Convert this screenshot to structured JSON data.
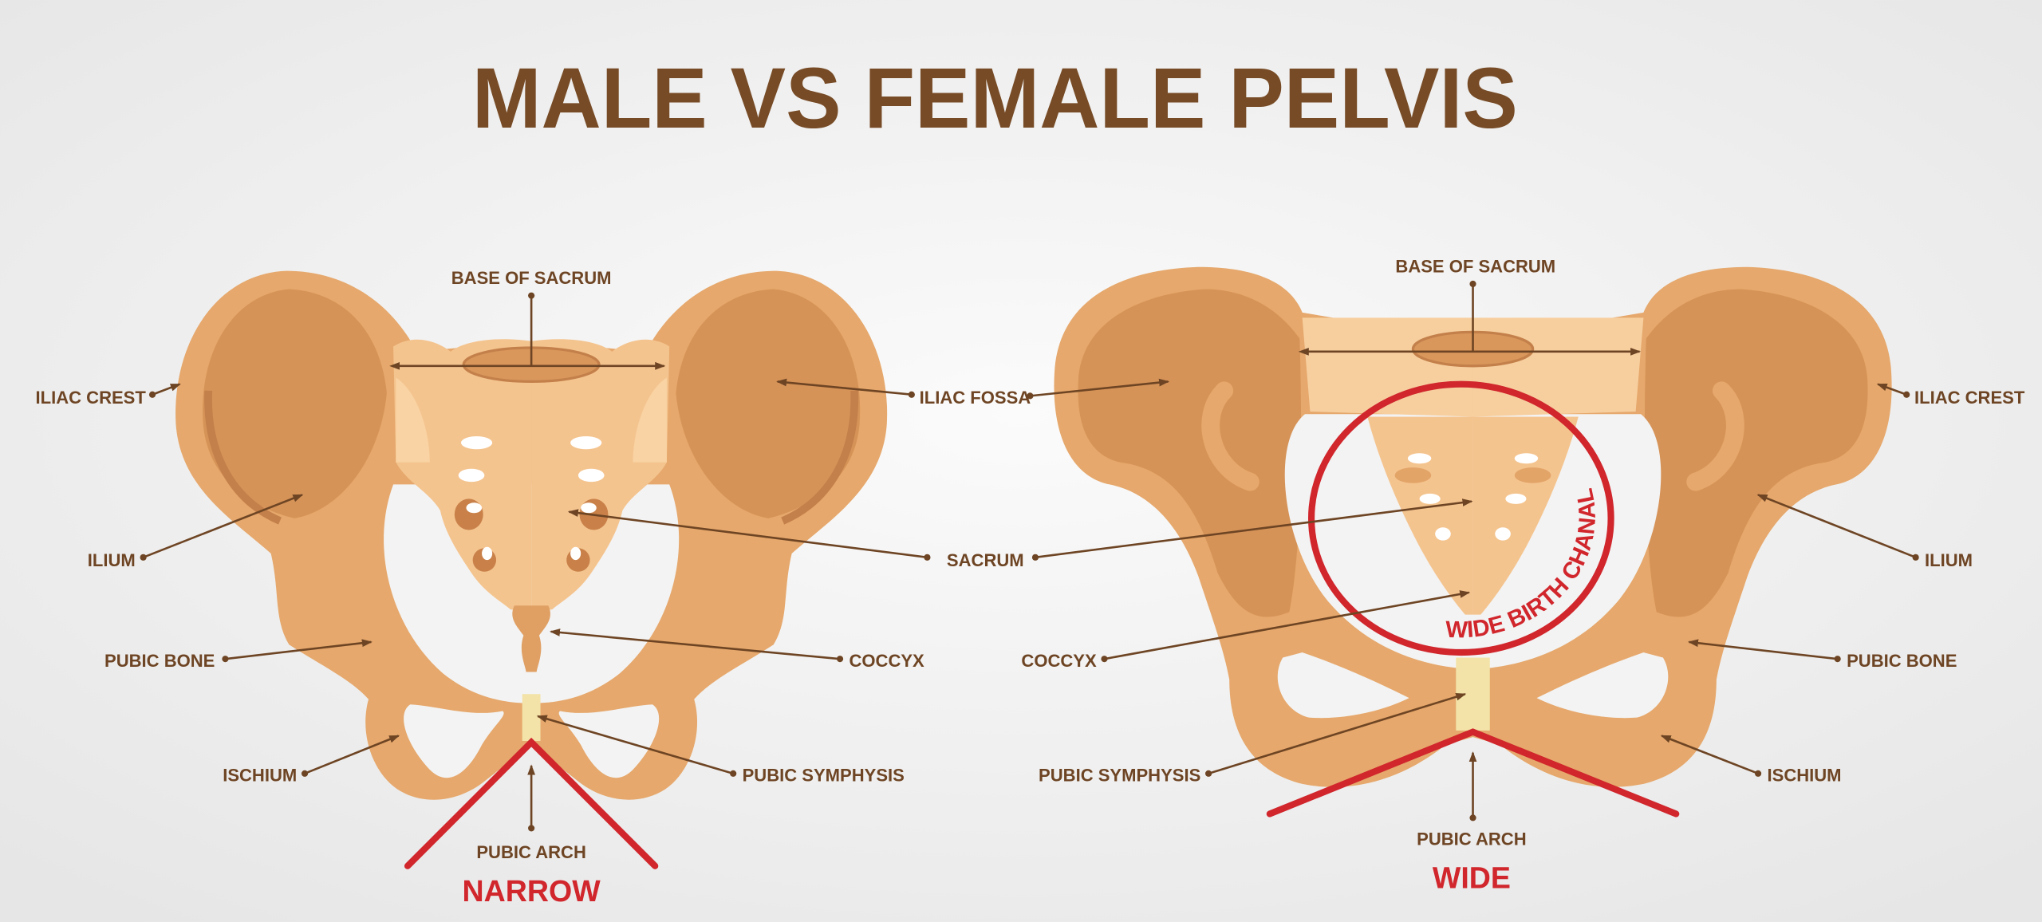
{
  "title": "MALE VS FEMALE PELVIS",
  "colors": {
    "text": "#6e4524",
    "accent_red": "#d0262c",
    "bone": "#e6a86c",
    "bone_dark": "#d69358",
    "sacrum": "#f4c48f",
    "symphysis": "#f3e3a8"
  },
  "male": {
    "base_of_sacrum": "BASE OF SACRUM",
    "iliac_crest": "ILIAC CREST",
    "ilium": "ILIUM",
    "pubic_bone": "PUBIC BONE",
    "ischium": "ISCHIUM",
    "pubic_arch": "PUBIC ARCH",
    "arch_type": "NARROW"
  },
  "shared": {
    "iliac_fossa": "ILIAC FOSSA",
    "sacrum": "SACRUM",
    "coccyx": "COCCYX",
    "pubic_symphysis": "PUBIC SYMPHYSIS"
  },
  "female": {
    "base_of_sacrum": "BASE OF SACRUM",
    "iliac_crest": "ILIAC CREST",
    "ilium": "ILIUM",
    "pubic_bone": "PUBIC BONE",
    "ischium": "ISCHIUM",
    "coccyx": "COCCYX",
    "pubic_symphysis": "PUBIC SYMPHYSIS",
    "pubic_arch": "PUBIC ARCH",
    "arch_type": "WIDE",
    "birth_canal": "WIDE BIRTH CHANAL"
  }
}
